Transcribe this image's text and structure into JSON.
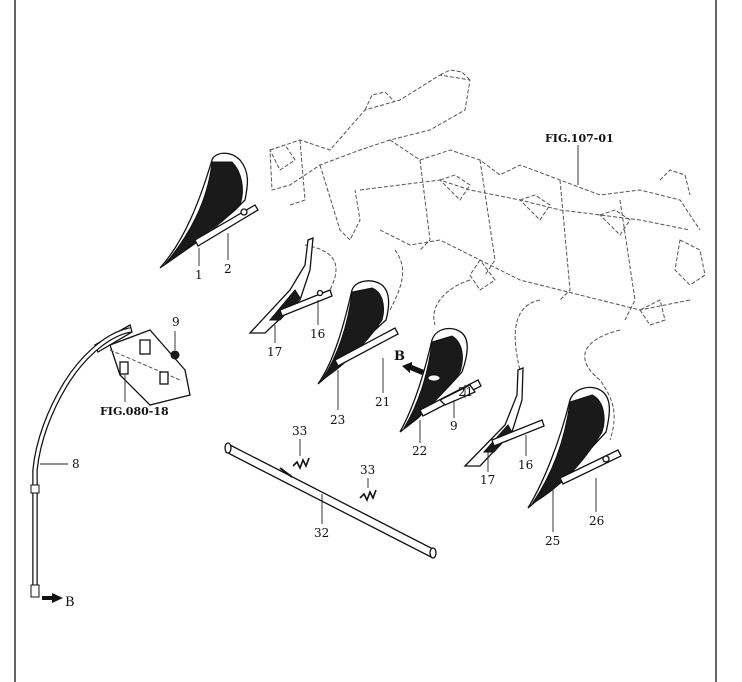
{
  "figure_refs": {
    "main_assembly": "FIG.107-01",
    "bracket_assembly": "FIG.080-18"
  },
  "arrow_markers": {
    "upper": "B",
    "lower": "B"
  },
  "callouts": [
    {
      "id": "c1",
      "label": "1"
    },
    {
      "id": "c2",
      "label": "2"
    },
    {
      "id": "c9a",
      "label": "9"
    },
    {
      "id": "c17a",
      "label": "17"
    },
    {
      "id": "c16a",
      "label": "16"
    },
    {
      "id": "c23",
      "label": "23"
    },
    {
      "id": "c21a",
      "label": "21"
    },
    {
      "id": "c21b",
      "label": "21"
    },
    {
      "id": "c9b",
      "label": "9"
    },
    {
      "id": "c22",
      "label": "22"
    },
    {
      "id": "c8",
      "label": "8"
    },
    {
      "id": "c33a",
      "label": "33"
    },
    {
      "id": "c33b",
      "label": "33"
    },
    {
      "id": "c32",
      "label": "32"
    },
    {
      "id": "c17b",
      "label": "17"
    },
    {
      "id": "c16b",
      "label": "16"
    },
    {
      "id": "c25",
      "label": "25"
    },
    {
      "id": "c26",
      "label": "26"
    }
  ]
}
